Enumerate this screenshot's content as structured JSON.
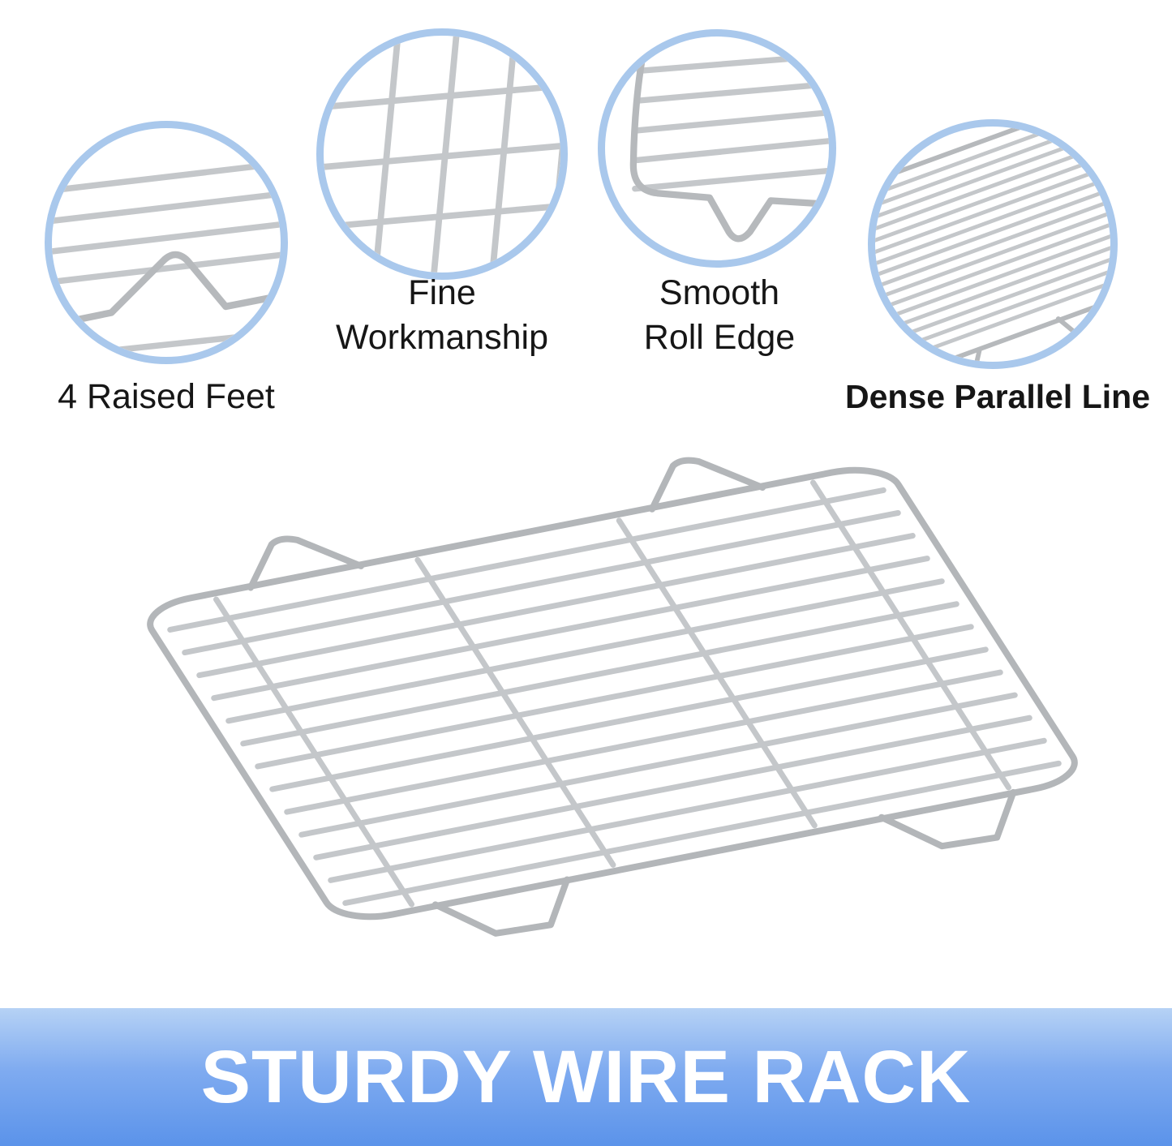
{
  "features": [
    {
      "id": "raised-feet",
      "lines": [
        "4 Raised Feet"
      ],
      "image": "raised-feet-detail"
    },
    {
      "id": "fine-workmanship",
      "lines": [
        "Fine",
        "Workmanship"
      ],
      "image": "weld-grid-detail"
    },
    {
      "id": "smooth-roll-edge",
      "lines": [
        "Smooth",
        "Roll Edge"
      ],
      "image": "rolled-edge-detail"
    },
    {
      "id": "dense-parallel-line",
      "lines": [
        "Dense Parallel Line"
      ],
      "image": "dense-lines-detail"
    }
  ],
  "banner": {
    "title": "STURDY WIRE RACK"
  },
  "colors": {
    "circle_border": "#a9c8ec",
    "wire": "#c4c7ca",
    "wire_frame": "#b3b6b9",
    "label_text": "#161616",
    "banner_gradient_top": "#b6d2f5",
    "banner_gradient_bottom": "#5b93ea",
    "banner_text": "#ffffff",
    "background": "#ffffff"
  }
}
